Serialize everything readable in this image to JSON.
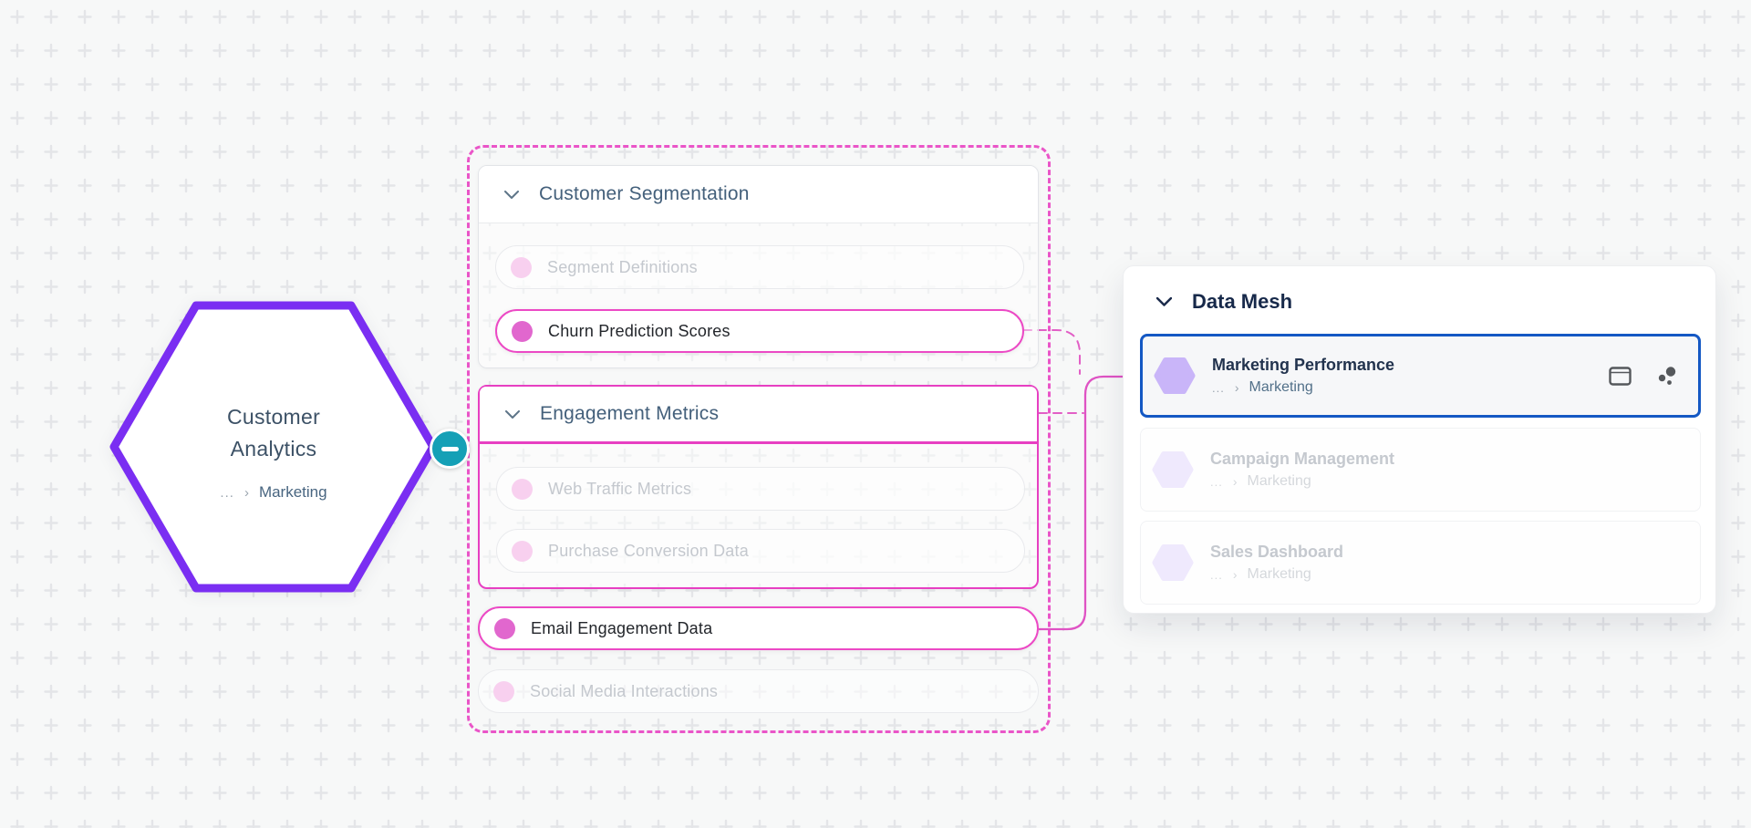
{
  "colors": {
    "background": "#F7F8F8",
    "pattern_plus": "#E4E5E8",
    "accent_purple": "#7A2EF2",
    "accent_pink": "#E746C3",
    "accent_teal": "#15A0B6",
    "selected_blue": "#1458C4",
    "hexagon_icon_purple": "#C9B5F9"
  },
  "source_node": {
    "title_line1": "Customer",
    "title_line2": "Analytics",
    "breadcrumb": {
      "ellipsis": "...",
      "separator": "›",
      "label": "Marketing"
    }
  },
  "collapse_button": {
    "glyph": ""
  },
  "group": {
    "sections": [
      {
        "title": "Customer Segmentation",
        "items": [
          {
            "label": "Segment Definitions",
            "state": "dimmed"
          },
          {
            "label": "Churn Prediction Scores",
            "state": "active"
          }
        ]
      },
      {
        "title": "Engagement Metrics",
        "items": [
          {
            "label": "Web Traffic Metrics",
            "state": "dimmed"
          },
          {
            "label": "Purchase Conversion Data",
            "state": "dimmed"
          }
        ]
      }
    ],
    "items": [
      {
        "label": "Email Engagement Data",
        "state": "active"
      },
      {
        "label": "Social Media Interactions",
        "state": "dimmed"
      }
    ]
  },
  "panel": {
    "title": "Data Mesh",
    "rows": [
      {
        "title": "Marketing Performance",
        "breadcrumb": {
          "ellipsis": "...",
          "separator": "›",
          "label": "Marketing"
        },
        "state": "selected"
      },
      {
        "title": "Campaign Management",
        "breadcrumb": {
          "ellipsis": "...",
          "separator": "›",
          "label": "Marketing"
        },
        "state": "dimmed"
      },
      {
        "title": "Sales Dashboard",
        "breadcrumb": {
          "ellipsis": "...",
          "separator": "›",
          "label": "Marketing"
        },
        "state": "dimmed"
      }
    ]
  }
}
